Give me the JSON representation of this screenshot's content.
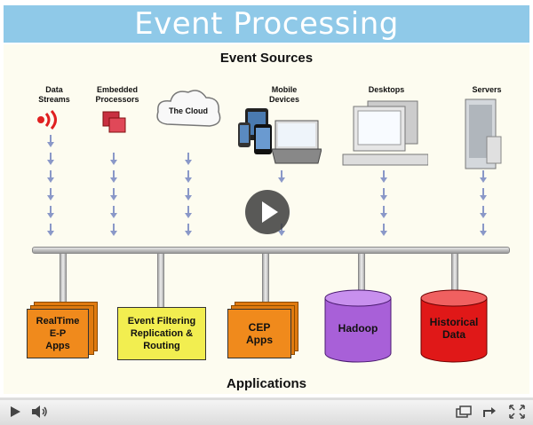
{
  "slide": {
    "title": "Event Processing",
    "sources_heading": "Event Sources",
    "applications_heading": "Applications",
    "sources": [
      {
        "label_line1": "Data",
        "label_line2": "Streams"
      },
      {
        "label_line1": "Embedded",
        "label_line2": "Processors"
      },
      {
        "label_line1": "The Cloud",
        "label_line2": ""
      },
      {
        "label_line1": "Mobile",
        "label_line2": "Devices"
      },
      {
        "label_line1": "Desktops",
        "label_line2": ""
      },
      {
        "label_line1": "Servers",
        "label_line2": ""
      }
    ],
    "applications": [
      {
        "line1": "RealTime",
        "line2": "E-P",
        "line3": "Apps"
      },
      {
        "line1": "Event Filtering",
        "line2": "Replication &",
        "line3": "Routing"
      },
      {
        "line1": "CEP",
        "line2": "Apps",
        "line3": ""
      },
      {
        "line1": "Hadoop",
        "line2": "",
        "line3": ""
      },
      {
        "line1": "Historical",
        "line2": "Data",
        "line3": ""
      }
    ]
  },
  "player": {
    "play_icon": "play-icon",
    "colors": {
      "title_bar": "#8fc9e8",
      "hadoop": "#a860d8",
      "historical": "#e01818",
      "filtering": "#f2ee50",
      "apps_orange": "#f08a1c"
    }
  }
}
